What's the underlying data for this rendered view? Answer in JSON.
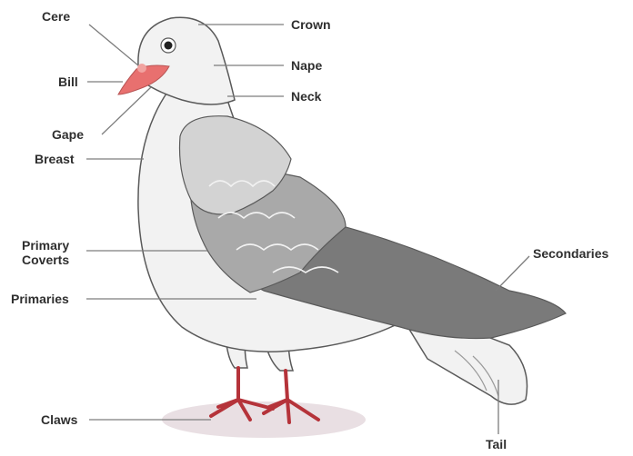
{
  "labels": {
    "cere": "Cere",
    "bill": "Bill",
    "gape": "Gape",
    "breast": "Breast",
    "primary_coverts_line1": "Primary",
    "primary_coverts_line2": "Coverts",
    "primaries": "Primaries",
    "claws": "Claws",
    "crown": "Crown",
    "nape": "Nape",
    "neck": "Neck",
    "secondaries": "Secondaries",
    "tail": "Tail"
  },
  "colors": {
    "body": "#f2f2f2",
    "outline": "#5a5a5a",
    "wing_light": "#d3d3d3",
    "wing_mid": "#a9a9a9",
    "wing_dark": "#7a7a7a",
    "beak": "#e8706f",
    "feet": "#b5333a",
    "shadow": "#e9dfe3",
    "leader_line": "#7d7d7d",
    "label_text": "#2f2f2f"
  }
}
